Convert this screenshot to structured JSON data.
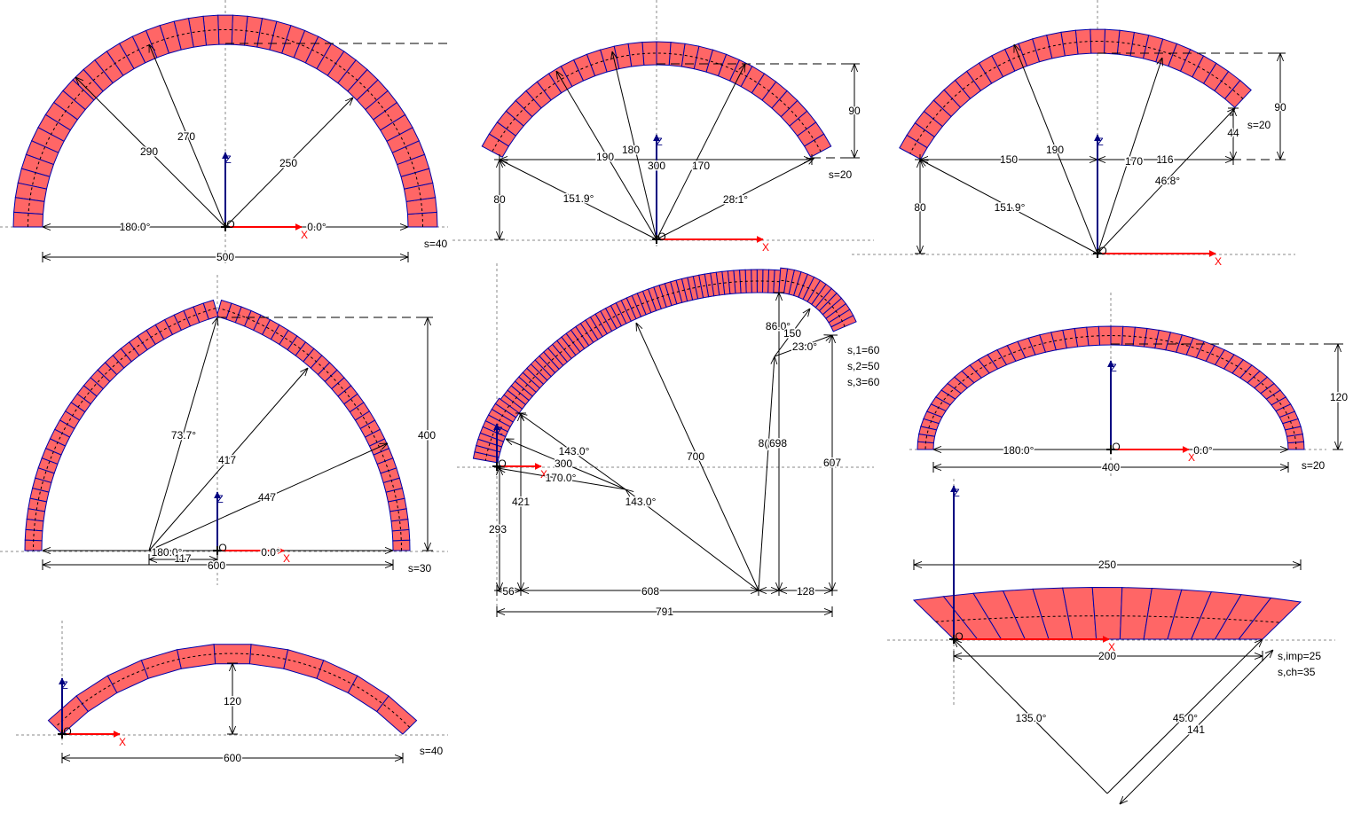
{
  "colors": {
    "block_fill": "#ff6666",
    "block_edge": "#0000aa",
    "axis_z": "#000080",
    "axis_x": "#ff0000"
  },
  "axes": {
    "z": "Z",
    "x": "X",
    "origin": "O"
  },
  "panels": {
    "semicircular": {
      "r_outer": "290",
      "r_mid": "270",
      "r_inner": "250",
      "angle_left": "180.0°",
      "angle_right": "0.0°",
      "span": "500",
      "thickness": "s=40"
    },
    "segmental": {
      "angle_left": "151.9°",
      "r_outer": "190",
      "r_mid": "180",
      "r_inner": "170",
      "angle_right": "28.1°",
      "span": "300",
      "rise": "90",
      "spring": "80",
      "thickness": "s=20"
    },
    "rampant": {
      "span_left": "150",
      "span_right": "116",
      "r_outer": "190",
      "r_inner": "170",
      "angle_left": "151.9°",
      "angle_right": "46.8°",
      "rise": "90",
      "step": "44",
      "spring": "80",
      "thickness": "s=20"
    },
    "pointed": {
      "angle_apex": "73.7°",
      "r_inner": "417",
      "r_outer": "447",
      "height": "400",
      "angle_left": "180.0°",
      "angle_right": "0.0°",
      "offset": "117",
      "span": "600",
      "thickness": "s=30"
    },
    "three_centered": {
      "angle_a": "143.0°",
      "r_small": "300",
      "angle_b": "170.0°",
      "angle_c": "143.0°",
      "r_large": "700",
      "angle_d_clipped": "8(",
      "angle_d": "86.0°",
      "h_crown": "698",
      "r_right": "150",
      "angle_e": "23.0°",
      "h_left": "293",
      "h_joint": "421",
      "h_right": "607",
      "w1": "56",
      "w2": "608",
      "w3": "128",
      "span": "791",
      "thickness_1": "s,1=60",
      "thickness_2": "s,2=50",
      "thickness_3": "s,3=60"
    },
    "elliptical": {
      "angle_left": "180.0°",
      "angle_right": "0.0°",
      "span": "400",
      "rise": "120",
      "thickness": "s=20"
    },
    "polygonal": {
      "rise": "120",
      "span": "600",
      "thickness": "s=40"
    },
    "flat": {
      "top_span": "250",
      "span": "200",
      "angle_left": "135.0°",
      "angle_right": "45.0°",
      "radius": "141",
      "thickness_imp": "s,imp=25",
      "thickness_ch": "s,ch=35"
    }
  }
}
